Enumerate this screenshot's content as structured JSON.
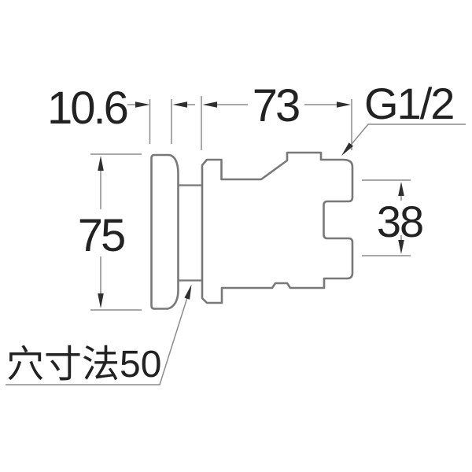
{
  "drawing": {
    "kind": "technical-dimension-diagram",
    "labels": {
      "dim_flange_depth": "10.6",
      "dim_body_length": "73",
      "thread": "G1/2",
      "dim_flange_height": "75",
      "dim_port_spacing": "38",
      "hole_note": "穴寸法50"
    },
    "colors": {
      "background": "#ffffff",
      "part_outline": "#787878",
      "dimension_lines": "#8c8c8c",
      "arrowheads": "#2f2f2f",
      "text": "#222222"
    }
  }
}
